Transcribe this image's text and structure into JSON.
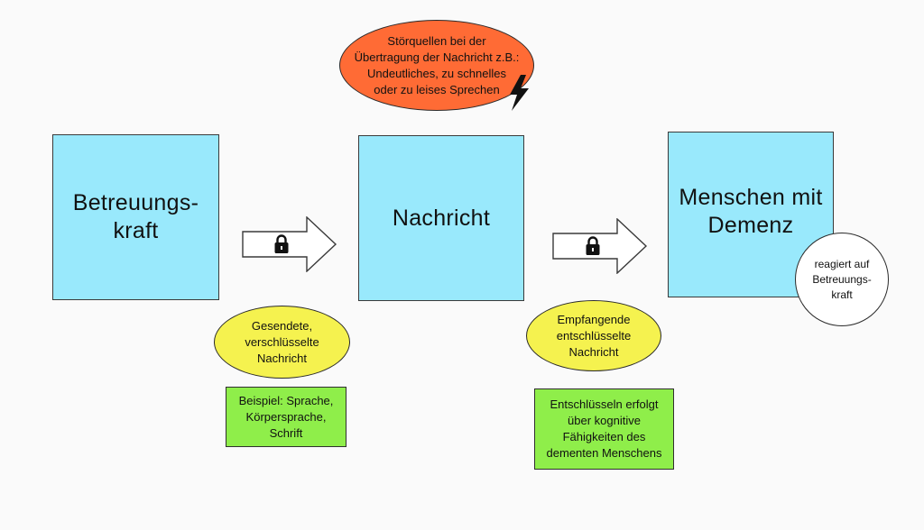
{
  "diagram": {
    "sender": {
      "label": "Betreuungs-\nkraft"
    },
    "message": {
      "label": "Nachricht"
    },
    "receiver": {
      "label": "Menschen mit\nDemenz"
    },
    "noise_bubble": {
      "label": "Störquellen bei der\nÜbertragung der Nachricht z.B.:\nUndeutliches, zu schnelles\noder zu leises Sprechen"
    },
    "reaction_circle": {
      "label": "reagiert auf\nBetreuungs-\nkraft"
    },
    "encoded_ellipse": {
      "label": "Gesendete,\nverschlüsselte\nNachricht"
    },
    "decoded_ellipse": {
      "label": "Empfangende\nentschlüsselte\nNachricht"
    },
    "example_note": {
      "label": "Beispiel: Sprache,\nKörpersprache,\nSchrift"
    },
    "decoding_note": {
      "label": "Entschlüsseln erfolgt\nüber kognitive\nFähigkeiten des\ndementen Menschens"
    },
    "icons": {
      "arrow": "arrow-right-icon",
      "lock": "lock-icon",
      "bolt": "lightning-bolt-icon"
    },
    "colors": {
      "box_fill": "#99e9fc",
      "noise_fill": "#ff6b35",
      "ellipse_fill": "#f5f24f",
      "note_fill": "#8fee4a",
      "circle_fill": "#ffffff"
    }
  }
}
